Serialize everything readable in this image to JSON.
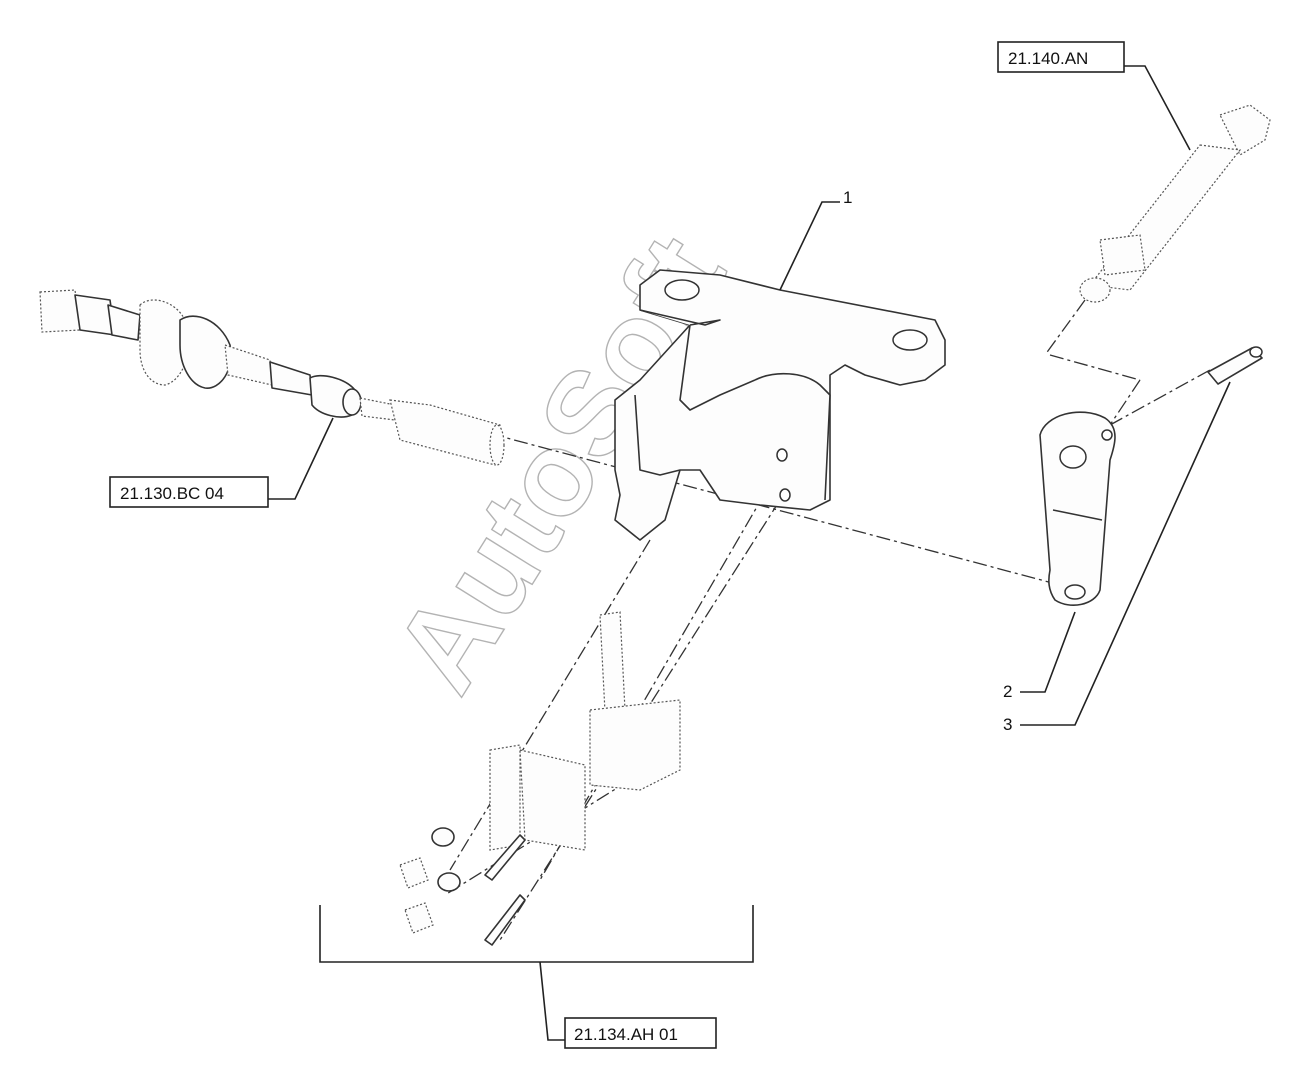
{
  "callouts": {
    "item_1": "1",
    "item_2": "2",
    "item_3": "3"
  },
  "references": {
    "ref_top_right": "21.140.AN",
    "ref_left": "21.130.BC 04",
    "ref_bottom": "21.134.AH 01"
  },
  "watermark": "AutoSoft"
}
